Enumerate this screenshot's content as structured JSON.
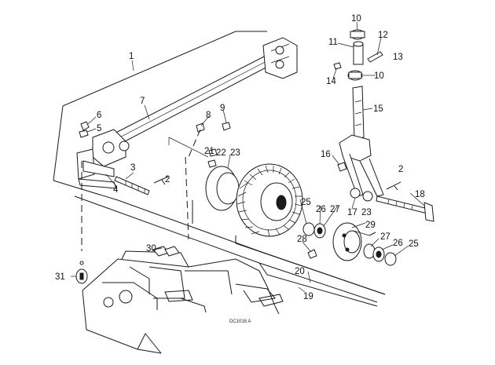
{
  "diagram": {
    "callouts": [
      "1",
      "2",
      "3",
      "4",
      "5",
      "6",
      "7",
      "8",
      "9",
      "10",
      "11",
      "12",
      "13",
      "14",
      "10",
      "15",
      "16",
      "2",
      "18",
      "17",
      "21",
      "22",
      "23",
      "25",
      "26",
      "27",
      "23",
      "29",
      "28",
      "27",
      "26",
      "25",
      "30",
      "31",
      "20",
      "19"
    ],
    "figure_code": "DC1018 A"
  }
}
